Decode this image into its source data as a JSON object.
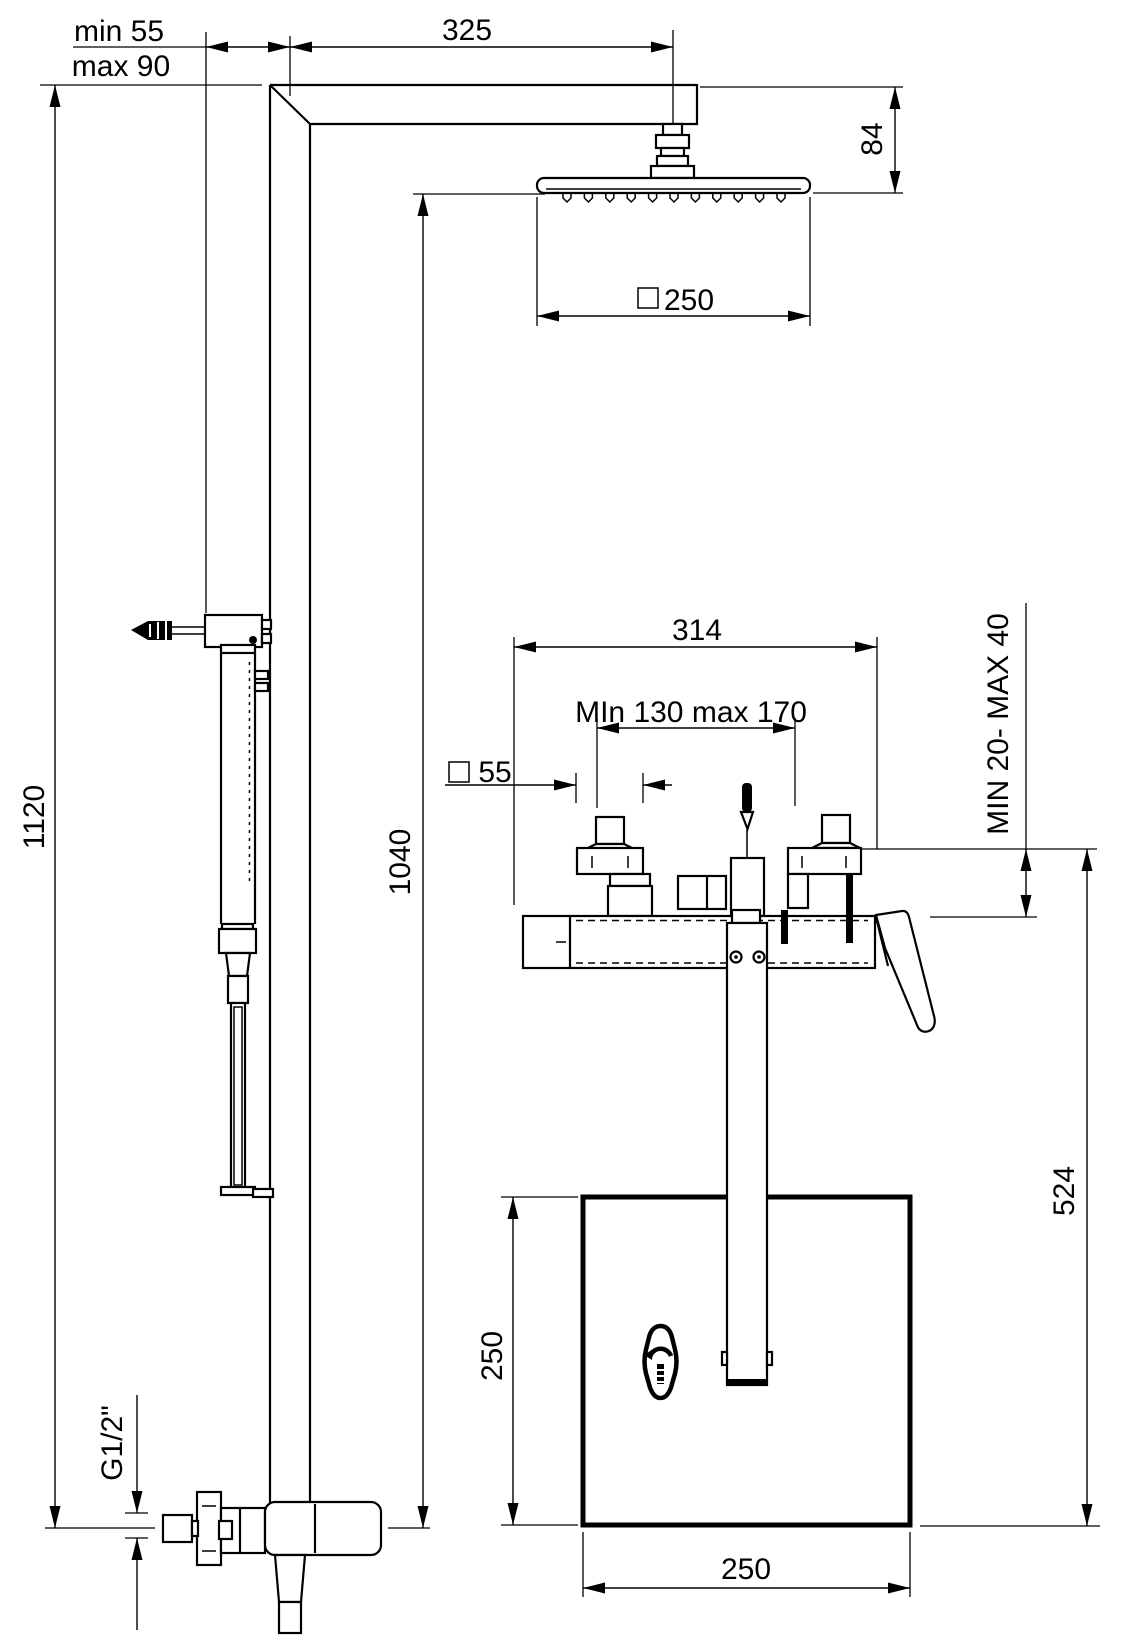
{
  "dims": {
    "wall_min": "min 55",
    "wall_max": "max 90",
    "arm_reach": "325",
    "head_drop": "84",
    "head_square": "250",
    "column_height": "1120",
    "head_above_mixer": "1040",
    "mixer_width": "314",
    "inlet_spacing": "MIn 130 max 170",
    "handle_square": "55",
    "wall_depth": "MIN 20- MAX 40",
    "spout_drop": "524",
    "plate_height": "250",
    "plate_width": "250",
    "thread_size": "G1/2\""
  }
}
